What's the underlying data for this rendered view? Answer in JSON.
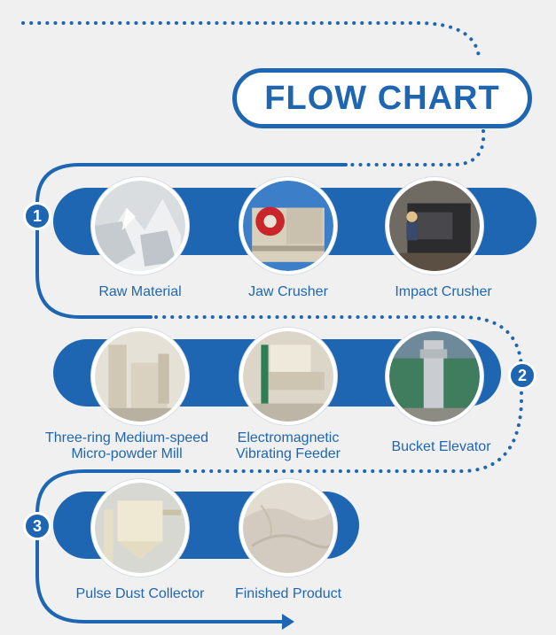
{
  "title": "FLOW CHART",
  "colors": {
    "primary": "#1f66b2",
    "background": "#f0f0f1"
  },
  "steps": [
    {
      "number": "1",
      "items": [
        {
          "label": "Raw Material",
          "icon": "raw-material-photo"
        },
        {
          "label": "Jaw Crusher",
          "icon": "jaw-crusher-photo"
        },
        {
          "label": "Impact Crusher",
          "icon": "impact-crusher-photo"
        }
      ]
    },
    {
      "number": "2",
      "items": [
        {
          "label_line1": "Three-ring Medium-speed",
          "label_line2": "Micro-powder Mill",
          "icon": "micro-powder-mill-photo"
        },
        {
          "label_line1": "Electromagnetic",
          "label_line2": "Vibrating Feeder",
          "icon": "vibrating-feeder-photo"
        },
        {
          "label": "Bucket Elevator",
          "icon": "bucket-elevator-photo"
        }
      ]
    },
    {
      "number": "3",
      "items": [
        {
          "label": "Pulse Dust Collector",
          "icon": "pulse-dust-collector-photo"
        },
        {
          "label": "Finished Product",
          "icon": "finished-product-photo"
        }
      ]
    }
  ]
}
